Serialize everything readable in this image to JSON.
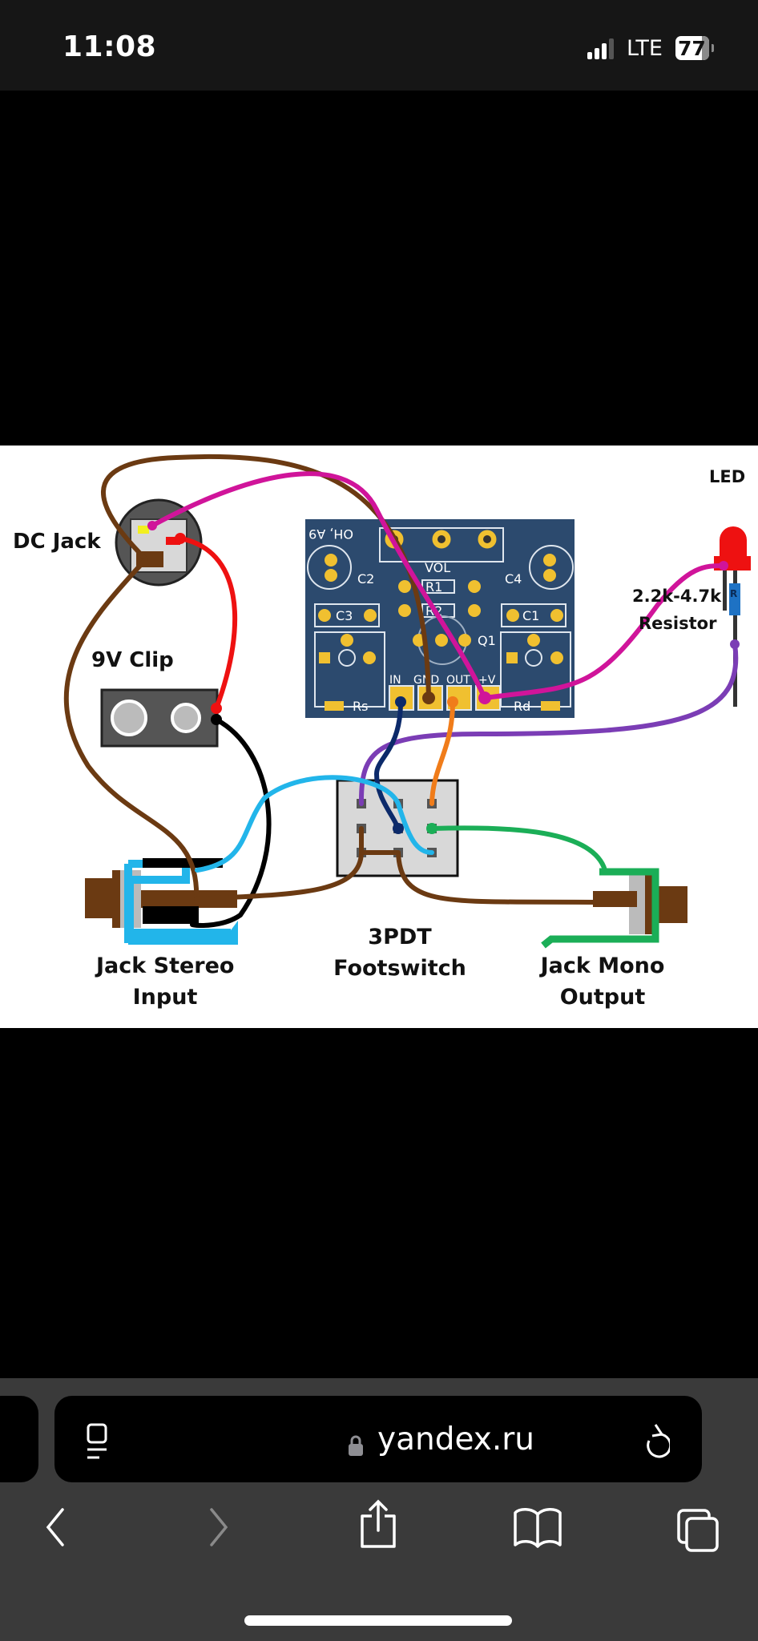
{
  "status_bar": {
    "time": "11:08",
    "network": "LTE",
    "battery_level": "77",
    "signal_bars_active": 3,
    "signal_bars_total": 4
  },
  "diagram": {
    "title_labels": {
      "dc_jack": "DC Jack",
      "clip_9v": "9V Clip",
      "led": "LED",
      "resistor_value": "2.2k-4.7k",
      "resistor_word": "Resistor",
      "resistor_mark": "R",
      "jack_stereo_line1": "Jack Stereo",
      "jack_stereo_line2": "Input",
      "footswitch_line1": "3PDT",
      "footswitch_line2": "Footswitch",
      "jack_mono_line1": "Jack Mono",
      "jack_mono_line2": "Output"
    },
    "pcb": {
      "mirror_label": "OH, A9",
      "vol": "VOL",
      "r1": "R1",
      "r2": "R2",
      "q1": "Q1",
      "c1": "C1",
      "c2": "C2",
      "c3": "C3",
      "c4": "C4",
      "rs": "Rs",
      "rd": "Rd",
      "pad_in": "IN",
      "pad_gnd": "GND",
      "pad_out": "OUT",
      "pad_v": "+V"
    },
    "wire_colors": {
      "ground": "#6b3a12",
      "positive": "#ee1111",
      "negative": "#000000",
      "led_feed": "#d0149a",
      "led_return": "#7b3db5",
      "input": "#22b5ea",
      "pcb_in": "#0c2a6a",
      "pcb_out": "#f07c1a",
      "output": "#1bae57"
    },
    "pcb_color": "#2c4a6e",
    "pad_color": "#f0c030"
  },
  "browser": {
    "url": "yandex.ru",
    "reader_icon": "reader-mode-icon",
    "lock_icon": "lock-icon",
    "reload_icon": "reload-icon",
    "toolbar": [
      "back",
      "forward",
      "share",
      "bookmarks",
      "tabs"
    ]
  }
}
